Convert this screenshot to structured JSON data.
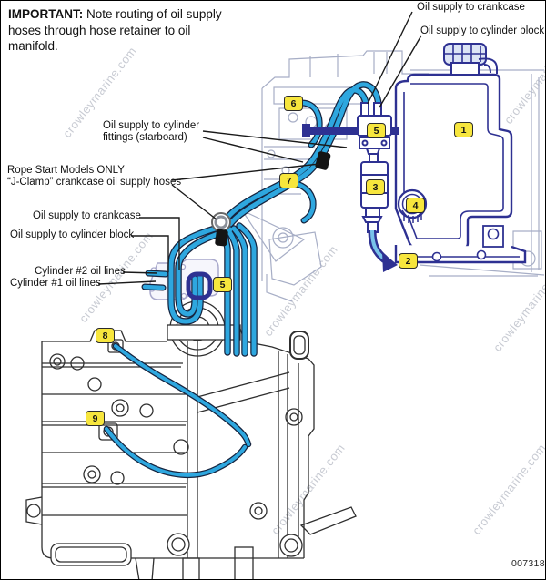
{
  "note": {
    "label": "IMPORTANT:",
    "text": "Note routing of oil supply hoses through hose retainer to oil manifold."
  },
  "callouts": {
    "oil_supply_crankcase_top": "Oil supply to crankcase",
    "oil_supply_cylinder_block_top": "Oil supply to cylinder block",
    "cylinder_fittings_line1": "Oil supply to cylinder",
    "cylinder_fittings_line2": "fittings (starboard)",
    "rope_start_line1": "Rope Start Models ONLY",
    "rope_start_line2": "“J-Clamp” crankcase oil supply hoses",
    "oil_supply_crankcase_left": "Oil supply to crankcase",
    "oil_supply_cylinder_block_left": "Oil supply to cylinder block",
    "cylinder2_oil_lines": "Cylinder #2 oil lines",
    "cylinder1_oil_lines": "Cylinder #1 oil lines"
  },
  "badges": [
    "1",
    "2",
    "3",
    "4",
    "5",
    "6",
    "7",
    "8",
    "9"
  ],
  "watermark": "crowleymarine.com",
  "figure_number": "007318",
  "colors": {
    "hose_fill": "#2ea7df",
    "hose_casing": "#16243f",
    "tank_outline": "#2e3192",
    "engine_light_lines": "#a7aec6",
    "block_dark_lines": "#2f2f2f",
    "badge_background": "#f7e63d",
    "watermark_gray": "#c8cbd3"
  }
}
